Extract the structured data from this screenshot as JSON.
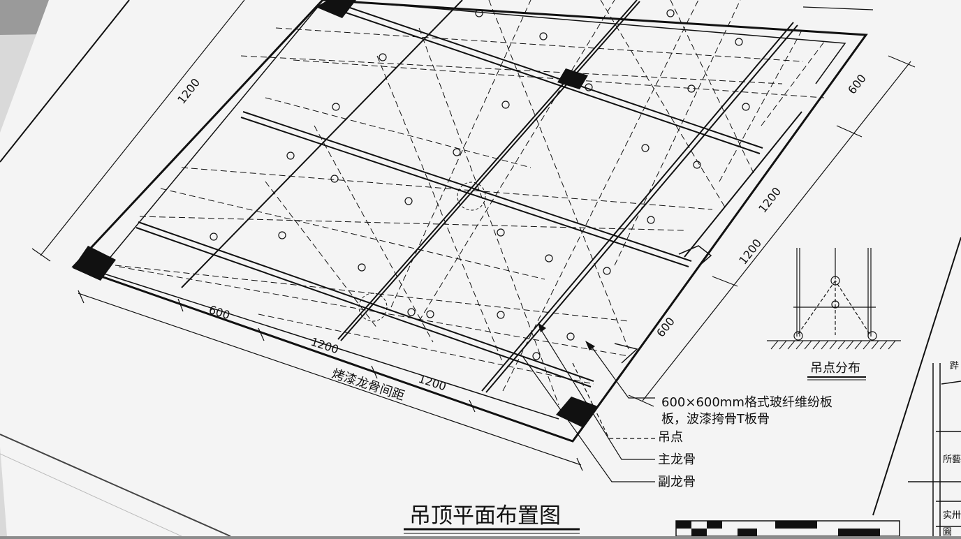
{
  "drawing": {
    "title": "吊顶平面布置图",
    "dimensions": {
      "top_left": "1200",
      "right_top": "600",
      "right_mid_1": "1200",
      "right_mid_2": "1200",
      "right_bottom": "600",
      "bottom_1": "600",
      "bottom_2": "1200",
      "bottom_3": "1200"
    },
    "spacing_label": "烤漆龙骨间距",
    "legend": {
      "board_line1": "600×600mm格式玻纤维纷板",
      "board_line2": "板，波漆挎骨T板骨",
      "hanger": "吊点",
      "main_keel": "主龙骨",
      "sub_keel": "副龙骨"
    },
    "detail_caption": "吊点分布",
    "title_block": [
      "跸",
      "所藝",
      "实卅",
      "圇"
    ]
  }
}
